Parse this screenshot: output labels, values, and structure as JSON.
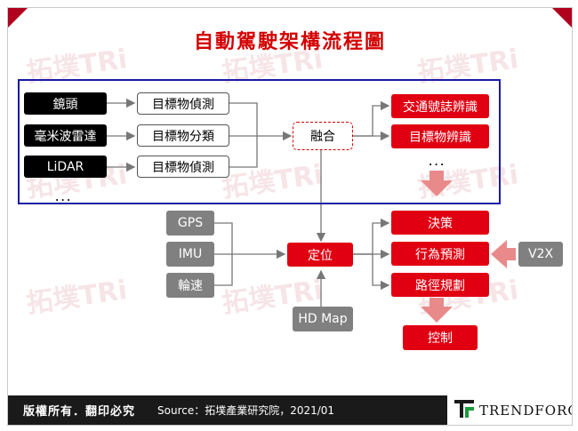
{
  "title": "自動駕駛架構流程圖",
  "watermark_text": "拓墣TRi",
  "sensors": {
    "camera": "鏡頭",
    "radar": "毫米波雷達",
    "lidar": "LiDAR",
    "more": "．．．"
  },
  "processing": {
    "detect1": "目標物偵測",
    "classify": "目標物分類",
    "detect2": "目標物偵測"
  },
  "fusion": "融合",
  "recognition": {
    "traffic_sign": "交通號誌辨識",
    "object": "目標物辨識",
    "more": "．．．"
  },
  "positioning_inputs": {
    "gps": "GPS",
    "imu": "IMU",
    "wheel_speed": "輪速",
    "hd_map": "HD Map"
  },
  "localization": "定位",
  "planning": {
    "decision": "決策",
    "behavior_prediction": "行為預測",
    "path_planning": "路徑規劃"
  },
  "v2x": "V2X",
  "control": "控制",
  "footer": {
    "rights": "版權所有．翻印必究",
    "source": "Source：拓墣產業研究院，2021/01",
    "brand": "TRENDFORCE"
  },
  "colors": {
    "accent_red": "#e00012",
    "title_red": "#d40000",
    "frame_blue": "#1a1aa6",
    "gray": "#808080",
    "black": "#000000"
  }
}
